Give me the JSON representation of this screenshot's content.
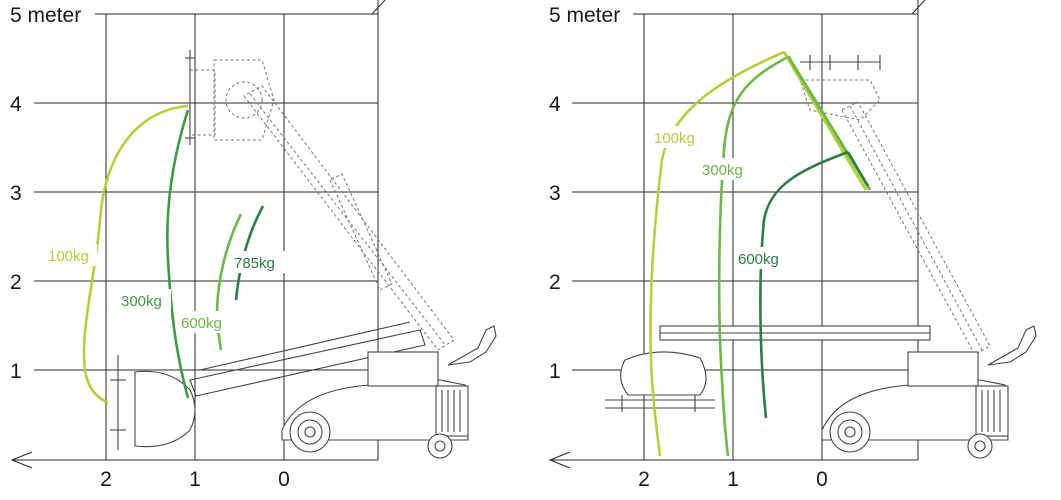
{
  "colors": {
    "grid": "#2a2a2a",
    "light_green": "#b5cf3a",
    "mid_green": "#6db848",
    "dark_green": "#2e7d42",
    "machine": "#444444"
  },
  "panels": [
    {
      "y_ticks": {
        "top": "5 meter",
        "t4": "4",
        "t3": "3",
        "t2": "2",
        "t1": "1"
      },
      "x_ticks": {
        "t2": "2",
        "t1": "1",
        "t0": "0"
      },
      "curves": [
        {
          "label": "100kg",
          "color": "#b5cf3a"
        },
        {
          "label": "300kg",
          "color": "#3f9a45"
        },
        {
          "label": "600kg",
          "color": "#6db848"
        },
        {
          "label": "785kg",
          "color": "#2e7d42"
        }
      ]
    },
    {
      "y_ticks": {
        "top": "5 meter",
        "t4": "4",
        "t3": "3",
        "t2": "2",
        "t1": "1"
      },
      "x_ticks": {
        "t2": "2",
        "t1": "1",
        "t0": "0"
      },
      "curves": [
        {
          "label": "100kg",
          "color": "#b5cf3a"
        },
        {
          "label": "300kg",
          "color": "#6db848"
        },
        {
          "label": "600kg",
          "color": "#2e7d42"
        }
      ]
    }
  ]
}
